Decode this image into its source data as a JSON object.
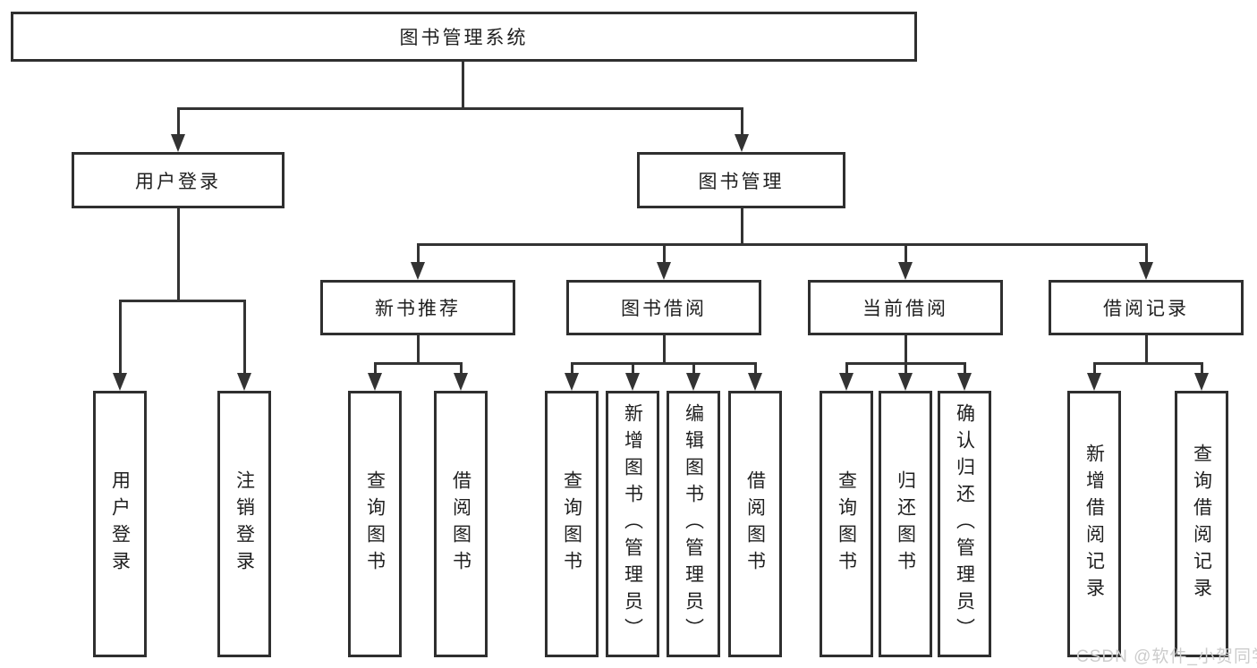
{
  "tree": {
    "label": "图书管理系统",
    "children": [
      {
        "label": "用户登录",
        "children": [
          {
            "label": "用户登录"
          },
          {
            "label": "注销登录"
          }
        ]
      },
      {
        "label": "图书管理",
        "children": [
          {
            "label": "新书推荐",
            "children": [
              {
                "label": "查询图书"
              },
              {
                "label": "借阅图书"
              }
            ]
          },
          {
            "label": "图书借阅",
            "children": [
              {
                "label": "查询图书"
              },
              {
                "label": "新增图书（管理员）"
              },
              {
                "label": "编辑图书（管理员）"
              },
              {
                "label": "借阅图书"
              }
            ]
          },
          {
            "label": "当前借阅",
            "children": [
              {
                "label": "查询图书"
              },
              {
                "label": "归还图书"
              },
              {
                "label": "确认归还（管理员）"
              }
            ]
          },
          {
            "label": "借阅记录",
            "children": [
              {
                "label": "新增借阅记录"
              },
              {
                "label": "查询借阅记录"
              }
            ]
          }
        ]
      }
    ]
  },
  "watermark": "CSDN @软件_小贺同学",
  "colors": {
    "line": "#333333",
    "box_border": "#2f2f2f",
    "text": "#1f1f1f",
    "watermark": "#cccccc",
    "background": "#ffffff"
  }
}
